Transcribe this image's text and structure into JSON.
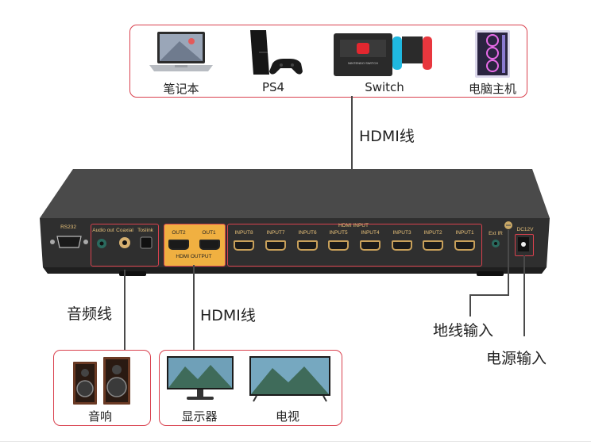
{
  "sources": {
    "laptop": "笔记本",
    "ps4": "PS4",
    "switch": "Switch",
    "pc": "电脑主机",
    "switch_logo": "NINTENDO SWITCH"
  },
  "cables": {
    "hdmi_in": "HDMI线",
    "audio": "音频线",
    "hdmi_out": "HDMI线",
    "ground": "地线输入",
    "power": "电源输入"
  },
  "panel": {
    "rs232": "RS232",
    "audio_out": "Audio out",
    "coaxial": "Coaxial",
    "toslink": "Toslink",
    "out2": "OUT2",
    "out1": "OUT1",
    "hdmi_output": "HDMI OUTPUT",
    "hdmi_input": "HDMI INPUT",
    "inputs": [
      "INPUT8",
      "INPUT7",
      "INPUT6",
      "INPUT5",
      "INPUT4",
      "INPUT3",
      "INPUT2",
      "INPUT1"
    ],
    "ext_ir": "Ext IR",
    "dc12v": "DC12V"
  },
  "outputs": {
    "speaker": "音响",
    "monitor": "显示器",
    "tv": "电视"
  },
  "colors": {
    "accent_red": "#d9414e",
    "gold": "#e6b05a",
    "body": "#3c3c3c"
  }
}
